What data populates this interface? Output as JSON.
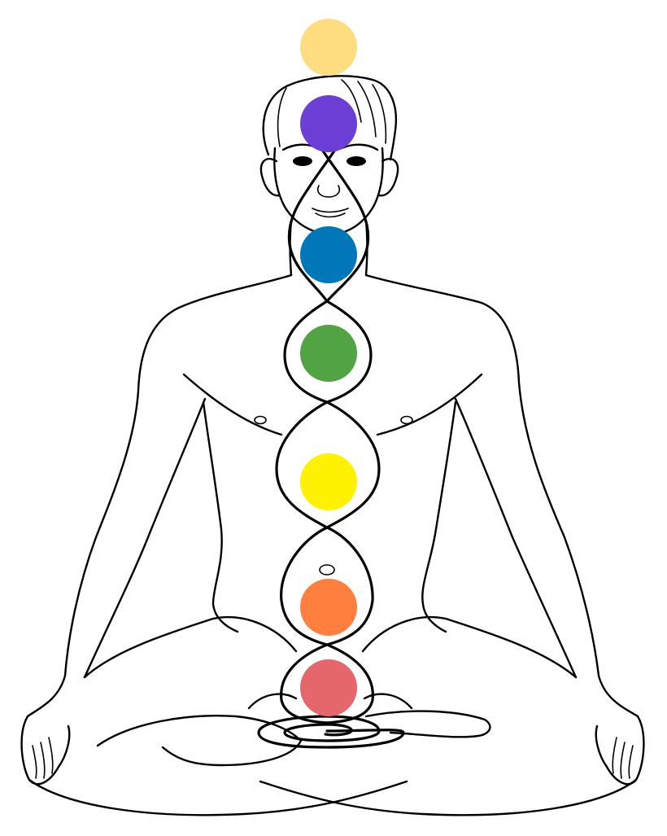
{
  "diagram": {
    "chakras": [
      {
        "key": "crown",
        "color": "#FDDD80"
      },
      {
        "key": "third-eye",
        "color": "#6B3FD6"
      },
      {
        "key": "throat",
        "color": "#0077B8"
      },
      {
        "key": "heart",
        "color": "#51A344"
      },
      {
        "key": "solar-plexus",
        "color": "#FFF200"
      },
      {
        "key": "sacral",
        "color": "#FF7F3F"
      },
      {
        "key": "root",
        "color": "#E5676B"
      }
    ],
    "line_color": "#000000",
    "background": "#FFFFFF"
  }
}
